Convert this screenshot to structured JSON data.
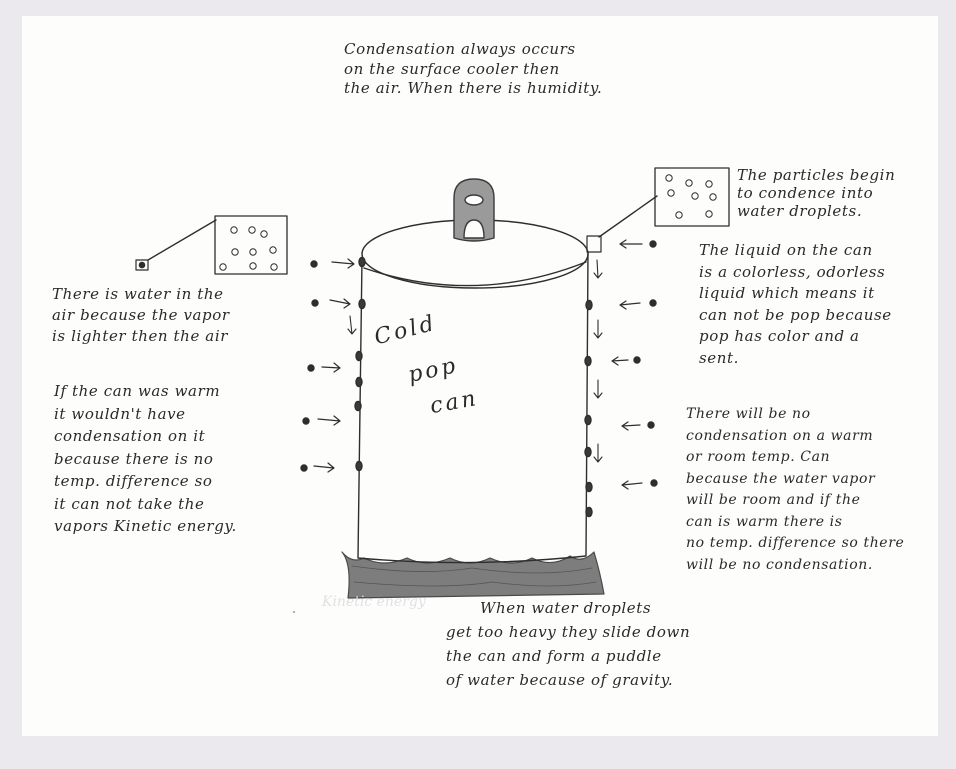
{
  "annotations": {
    "top": [
      "Condensation always occurs",
      "on the surface cooler then",
      "the air. When there is humidity."
    ],
    "particles": [
      "The particles begin",
      "to condence into",
      "water droplets."
    ],
    "liquid": [
      "The liquid on the can",
      "is a colorless, odorless",
      "liquid which means it",
      "can not be pop because",
      "pop has color and a",
      "sent."
    ],
    "water_in_air": [
      "There is water in the",
      "air because the vapor",
      "is lighter then the air"
    ],
    "warm_can": [
      "If the can was warm",
      "it wouldn't have",
      "condensation on it",
      "because there is no",
      "temp. difference so",
      "it can not take the",
      "vapors Kinetic energy."
    ],
    "no_condensation": [
      "There will be no",
      "condensation on a warm",
      "or room temp. Can",
      "because the water vapor",
      "will be room and if the",
      "can is warm there is",
      "no temp. difference so there",
      "will be no condensation."
    ],
    "gravity": [
      "When water droplets",
      "get too heavy they slide down",
      "the can and form a puddle",
      "of water because of gravity."
    ]
  },
  "can_label": {
    "line1": "Cold",
    "line2": "pop",
    "line3": "can"
  },
  "faint_text": "Kinetic energy",
  "colors": {
    "ink": "#2a2a2a",
    "paper": "#fdfdfb",
    "frame": "#ebe8ee"
  }
}
